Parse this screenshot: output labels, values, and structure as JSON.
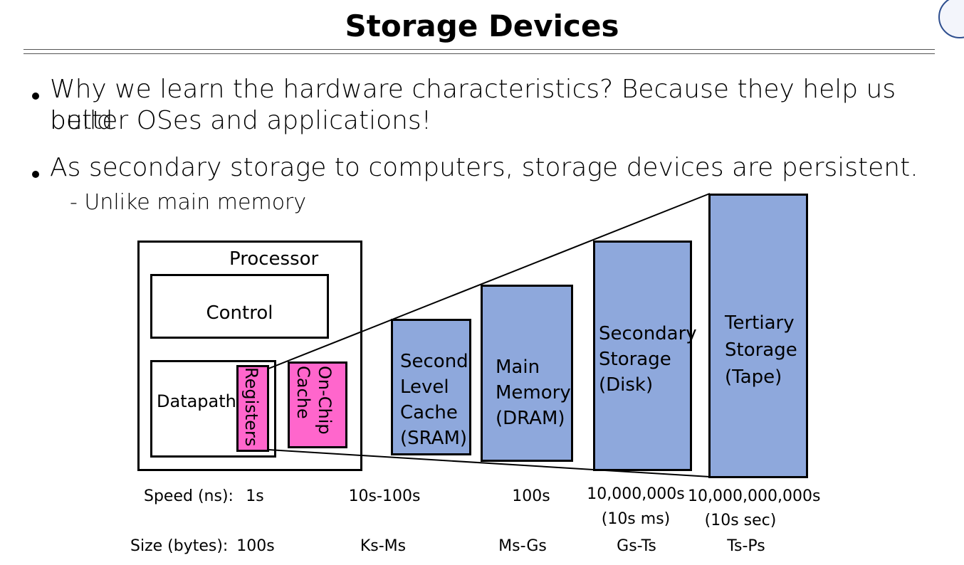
{
  "title": "Storage Devices",
  "bullets": [
    {
      "line1": "Why we learn the hardware characteristics? Because they help us build",
      "line2": "better OSes and applications!"
    },
    {
      "line1": "As secondary storage to computers, storage devices are persistent."
    }
  ],
  "sub_bullet": "- Unlike main memory",
  "diagram": {
    "processor": "Processor",
    "control": "Control",
    "datapath": "Datapath",
    "registers": "Registers",
    "onchip_cache": [
      "On-Chip",
      "Cache"
    ],
    "second_level": [
      "Second",
      "Level",
      "Cache",
      "(SRAM)"
    ],
    "main_memory": [
      "Main",
      "Memory",
      "(DRAM)"
    ],
    "secondary": [
      "Secondary",
      "Storage",
      "(Disk)"
    ],
    "tertiary": [
      "Tertiary",
      "Storage",
      "(Tape)"
    ]
  },
  "speed": {
    "label": "Speed (ns):",
    "values": [
      "1s",
      "10s-100s",
      "100s",
      "10,000,000s",
      "10,000,000,000s"
    ],
    "notes": [
      "(10s ms)",
      "(10s sec)"
    ]
  },
  "size": {
    "label": "Size (bytes):",
    "values": [
      "100s",
      "Ks-Ms",
      "Ms-Gs",
      "Gs-Ts",
      "Ts-Ps"
    ]
  },
  "colors": {
    "storage_blue": "#8ea8dc",
    "cache_pink": "#ff66cc"
  }
}
